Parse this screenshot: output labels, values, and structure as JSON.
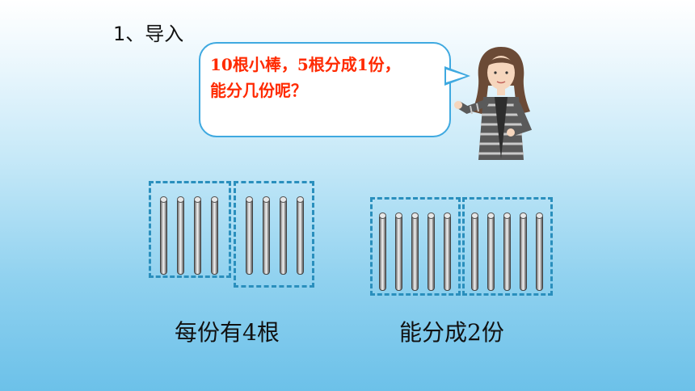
{
  "heading": "1、导入",
  "speech_bubble": {
    "line1": "10根小棒，5根分成1份，",
    "line2": "能分几份呢？"
  },
  "left_caption": "每份有4根",
  "right_caption": "能分成2份",
  "colors": {
    "bubble_text": "#ff2a00",
    "bubble_border": "#3fa9e0",
    "dashed_box": "#2a8fbd"
  },
  "left_groups": [
    {
      "sticks": 4
    },
    {
      "sticks": 4
    }
  ],
  "right_groups": [
    {
      "sticks": 5
    },
    {
      "sticks": 5
    }
  ]
}
